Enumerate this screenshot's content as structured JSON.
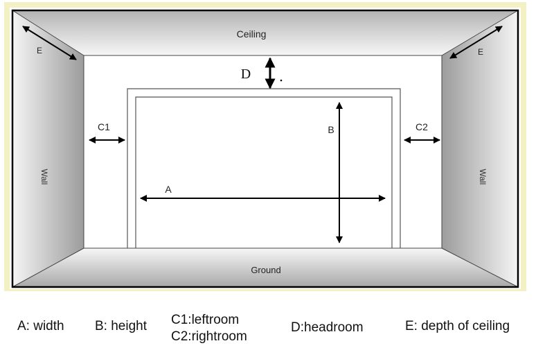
{
  "diagram": {
    "labels": {
      "ceiling": "Ceiling",
      "ground": "Ground",
      "wall_left": "Wall",
      "wall_right": "Wall",
      "a": "A",
      "b": "B",
      "c1": "C1",
      "c2": "C2",
      "d": "D",
      "e_left": "E",
      "e_right": "E"
    }
  },
  "legend": {
    "a": "A: width",
    "b": "B: height",
    "c1": "C1:leftroom",
    "c2": "C2:rightroom",
    "d": "D:headroom",
    "e": "E: depth of ceiling"
  },
  "colors": {
    "frame_border": "#000000",
    "outer_glow": "#f3f0c4",
    "surface_light": "#f8f8f8",
    "surface_dark": "#9a9a9a",
    "back_wall": "#ffffff",
    "arrow": "#000000"
  }
}
